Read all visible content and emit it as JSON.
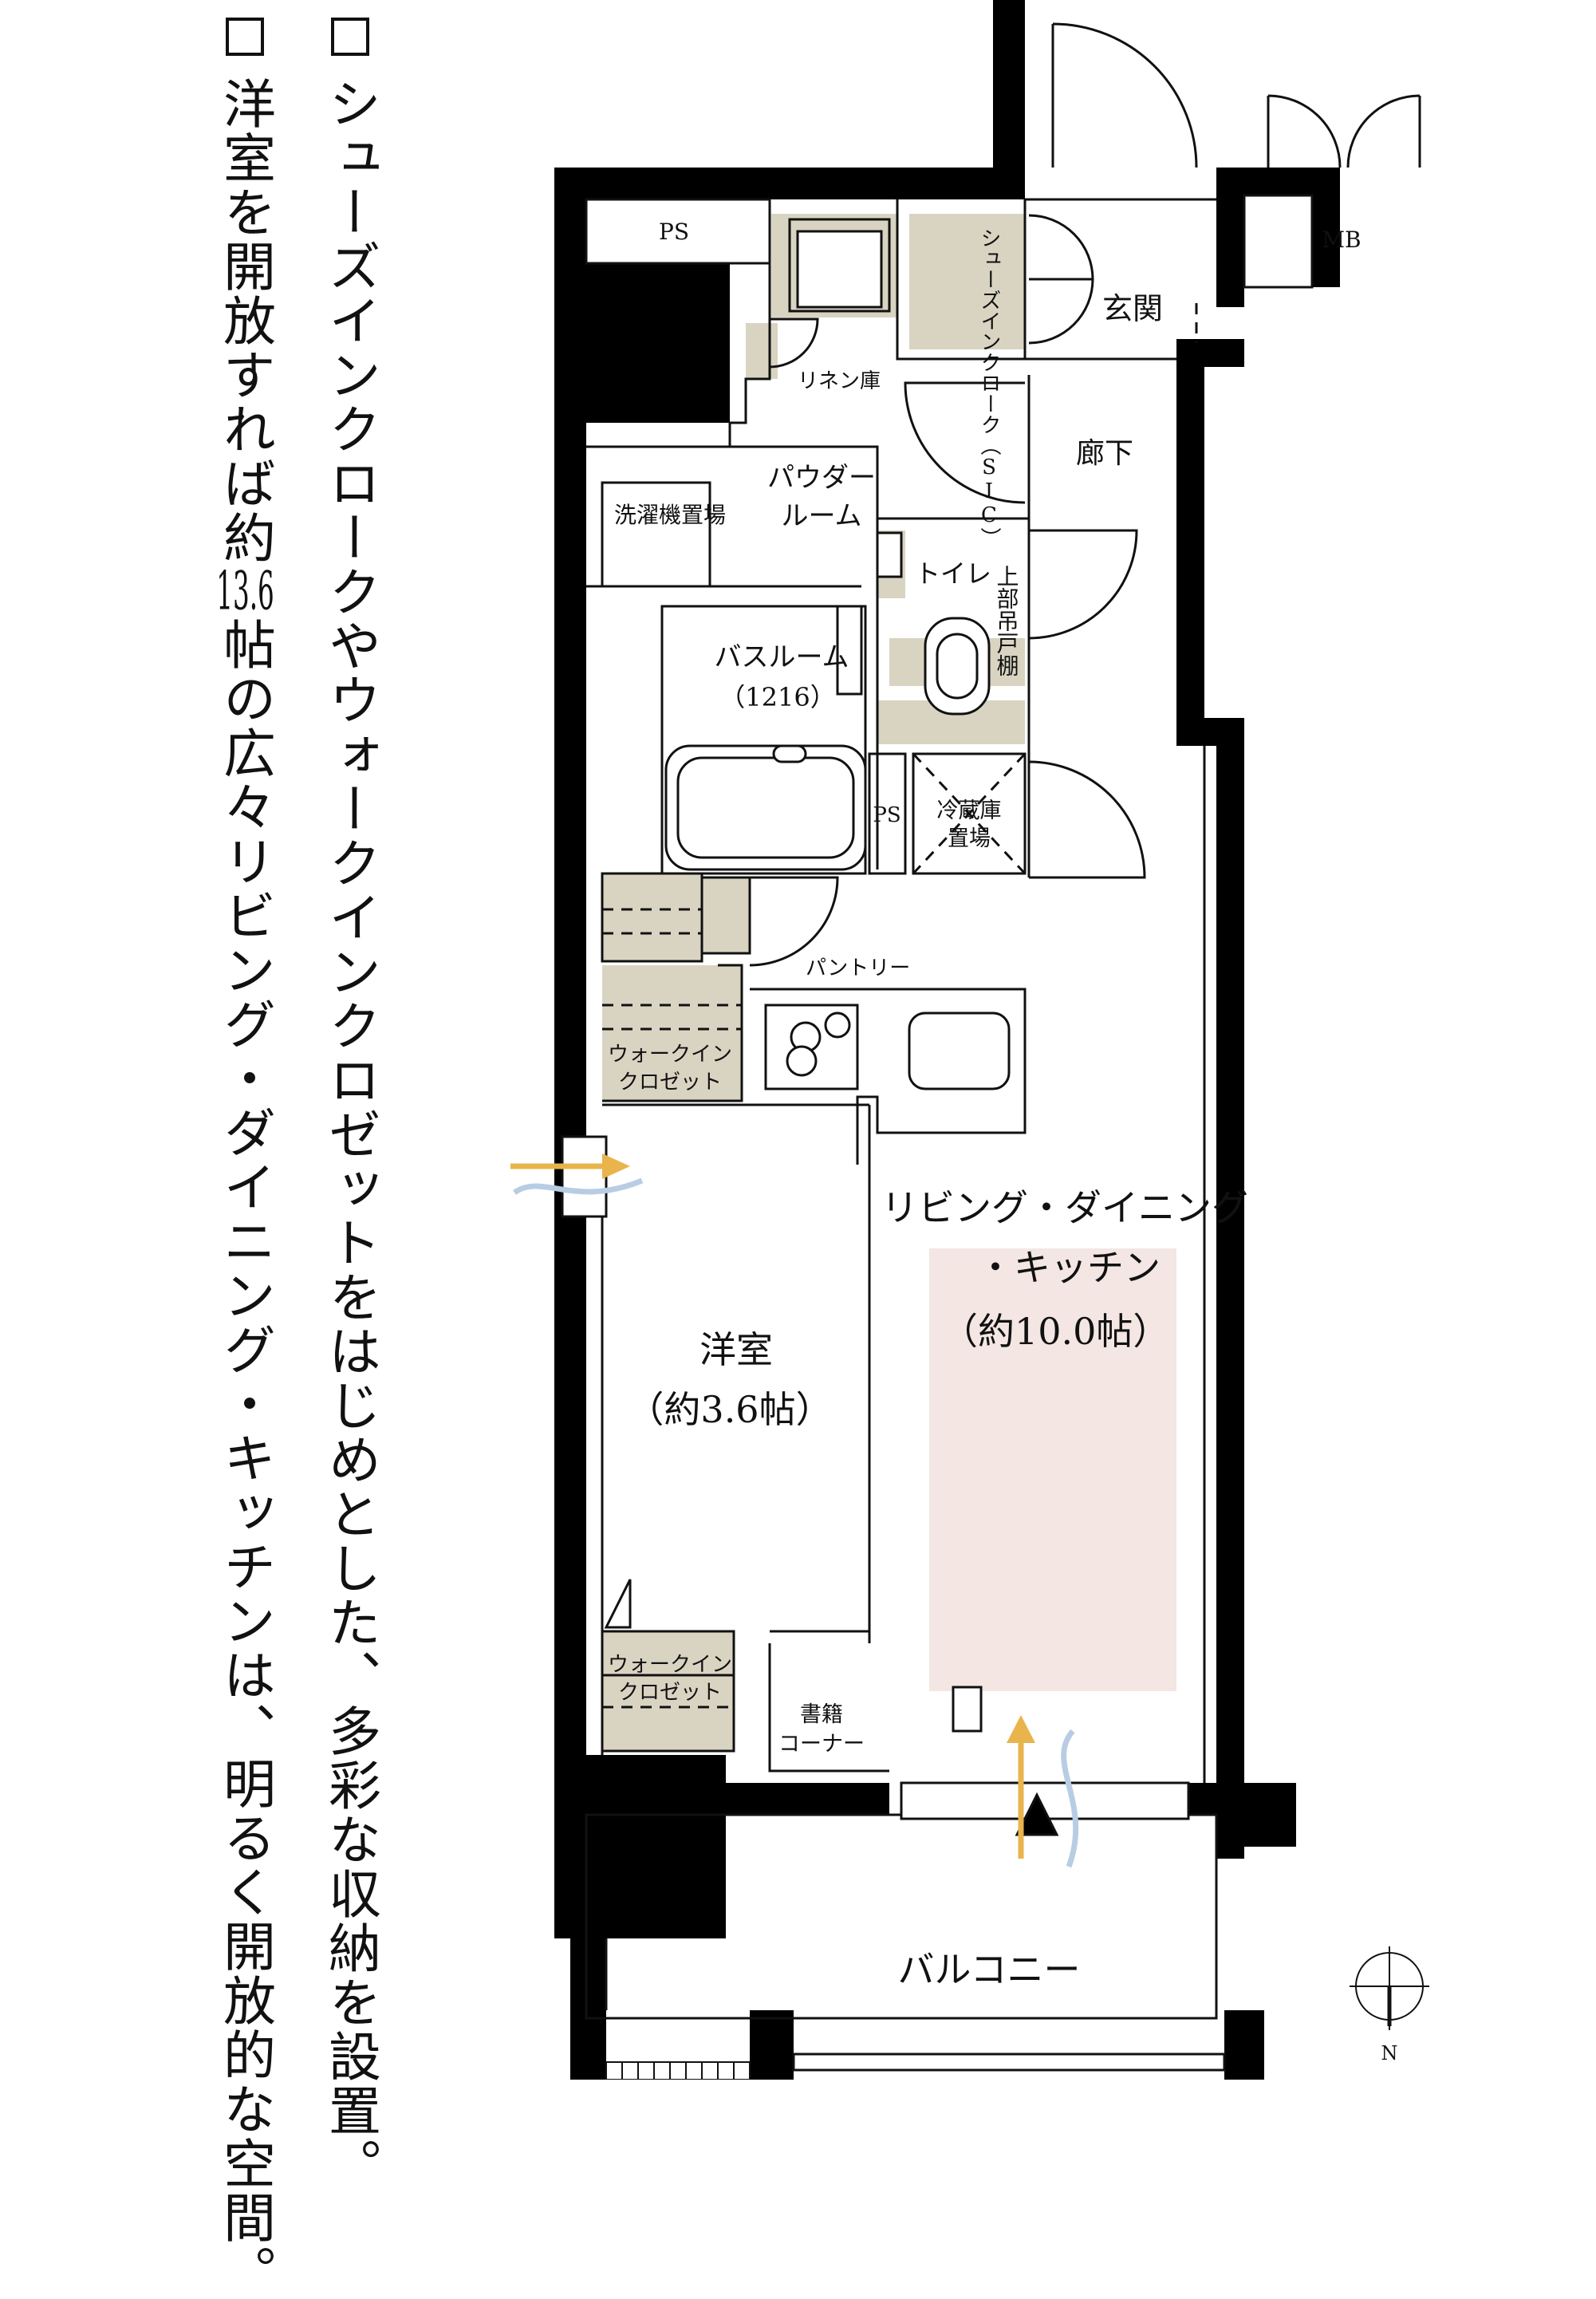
{
  "features": {
    "item1": "シューズインクロークやウォークインクロゼットをはじめとした、多彩な収納を設置。",
    "item2_a": "洋室を開放すれば約",
    "item2_num": "13.6",
    "item2_b": "帖の広々リビング・ダイニング・キッチンは、明るく開放的な空間。"
  },
  "rooms": {
    "ps_top": "PS",
    "mb": "MB",
    "shoes_in_cloak": "シューズインクローク（SIC）",
    "entrance": "玄関",
    "linen": "リネン庫",
    "hallway": "廊下",
    "powder_room_1": "パウダー",
    "powder_room_2": "ルーム",
    "washer": "洗濯機置場",
    "toilet": "トイレ",
    "upper_shelf": "上部吊戸棚",
    "bathroom": "バスルーム",
    "bathroom_size": "（1216）",
    "ps_mid": "PS",
    "fridge_1": "冷蔵庫",
    "fridge_2": "置場",
    "pantry": "パントリー",
    "wic1_1": "ウォークイン",
    "wic1_2": "クロゼット",
    "ldk_1": "リビング・ダイニング",
    "ldk_2": "・キッチン",
    "ldk_size": "（約10.0帖）",
    "western": "洋室",
    "western_size": "（約3.6帖）",
    "wic2_1": "ウォークイン",
    "wic2_2": "クロゼット",
    "study_1": "書籍",
    "study_2": "コーナー",
    "balcony": "バルコニー",
    "compass_n": "N"
  },
  "colors": {
    "storage": "#d9d4c2",
    "ldk_highlight": "#f3e6e3",
    "wall": "#000000",
    "light_arrow": "#e9b44c",
    "wind_arrow": "#b8cde3"
  }
}
